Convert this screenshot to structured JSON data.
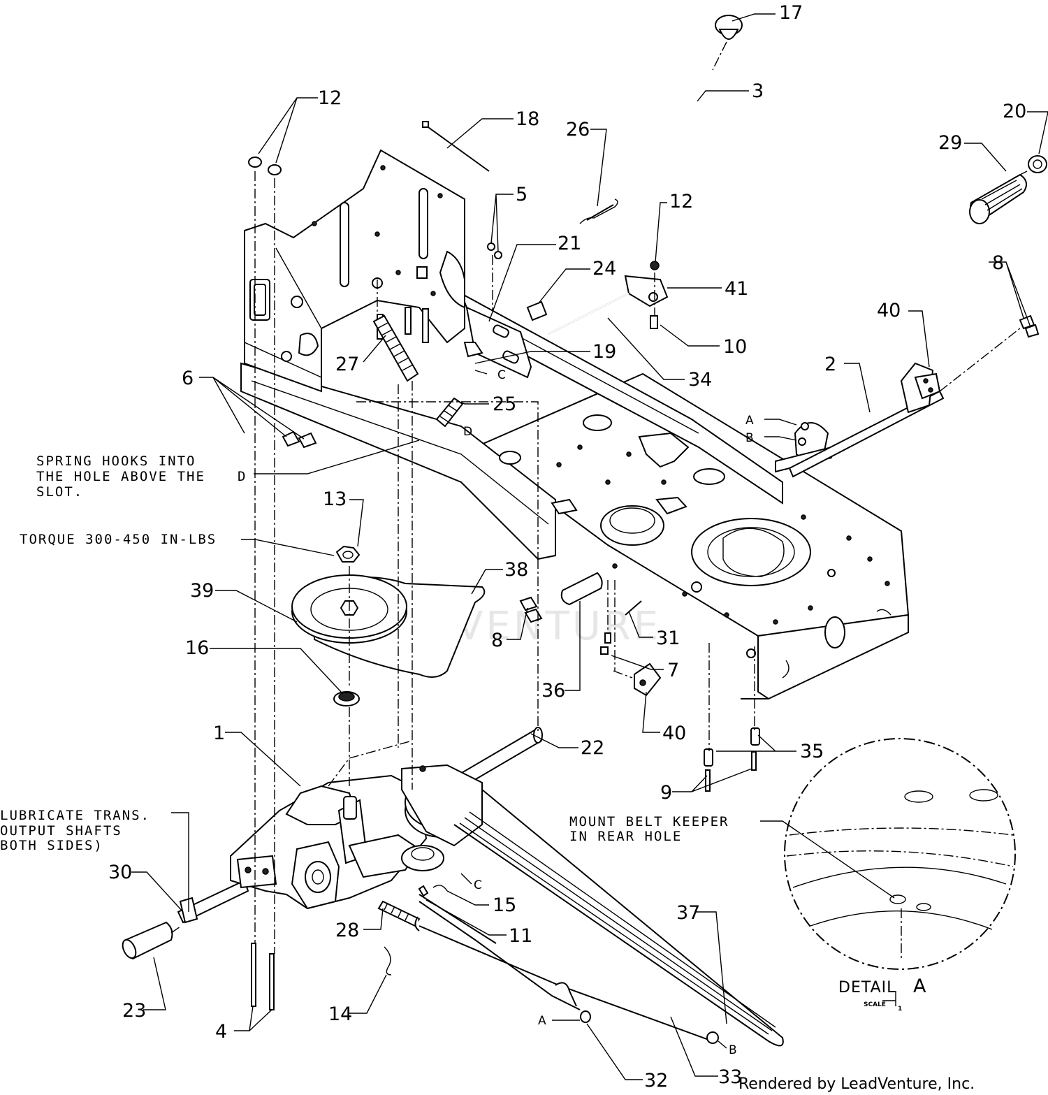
{
  "callouts": [
    {
      "id": "c17",
      "label": "17"
    },
    {
      "id": "c3",
      "label": "3"
    },
    {
      "id": "c12a",
      "label": "12"
    },
    {
      "id": "c18",
      "label": "18"
    },
    {
      "id": "c26",
      "label": "26"
    },
    {
      "id": "c20",
      "label": "20"
    },
    {
      "id": "c29",
      "label": "29"
    },
    {
      "id": "c5",
      "label": "5"
    },
    {
      "id": "c12b",
      "label": "12"
    },
    {
      "id": "c21",
      "label": "21"
    },
    {
      "id": "c24",
      "label": "24"
    },
    {
      "id": "c41",
      "label": "41"
    },
    {
      "id": "c8a",
      "label": "8"
    },
    {
      "id": "c40a",
      "label": "40"
    },
    {
      "id": "c10",
      "label": "10"
    },
    {
      "id": "c27",
      "label": "27"
    },
    {
      "id": "c19",
      "label": "19"
    },
    {
      "id": "c2",
      "label": "2"
    },
    {
      "id": "c34",
      "label": "34"
    },
    {
      "id": "c6",
      "label": "6"
    },
    {
      "id": "c25",
      "label": "25"
    },
    {
      "id": "c13",
      "label": "13"
    },
    {
      "id": "c38",
      "label": "38"
    },
    {
      "id": "c39",
      "label": "39"
    },
    {
      "id": "c31",
      "label": "31"
    },
    {
      "id": "c8b",
      "label": "8"
    },
    {
      "id": "c16",
      "label": "16"
    },
    {
      "id": "c7",
      "label": "7"
    },
    {
      "id": "c36",
      "label": "36"
    },
    {
      "id": "c40b",
      "label": "40"
    },
    {
      "id": "c1",
      "label": "1"
    },
    {
      "id": "c22",
      "label": "22"
    },
    {
      "id": "c35",
      "label": "35"
    },
    {
      "id": "c9",
      "label": "9"
    },
    {
      "id": "c30",
      "label": "30"
    },
    {
      "id": "c15",
      "label": "15"
    },
    {
      "id": "c11",
      "label": "11"
    },
    {
      "id": "c28",
      "label": "28"
    },
    {
      "id": "c37",
      "label": "37"
    },
    {
      "id": "c23",
      "label": "23"
    },
    {
      "id": "c14",
      "label": "14"
    },
    {
      "id": "c4",
      "label": "4"
    },
    {
      "id": "c32",
      "label": "32"
    },
    {
      "id": "c33",
      "label": "33"
    }
  ],
  "letters": {
    "c_top": "C",
    "d_spring": "D",
    "d_note": "D",
    "a_bracket": "A",
    "b_bracket": "B",
    "c_bottom": "C",
    "a_bottom": "A",
    "b_bottom": "B"
  },
  "notes": {
    "spring_line1": "SPRING HOOKS INTO",
    "spring_line2": "THE HOLE ABOVE THE",
    "spring_line3": "SLOT.",
    "torque": "TORQUE 300-450 IN-LBS",
    "lube_line1": "LUBRICATE TRANS.",
    "lube_line2": "OUTPUT SHAFTS",
    "lube_line3": "BOTH SIDES)",
    "keeper_line1": "MOUNT BELT KEEPER",
    "keeper_line2": "IN REAR HOLE"
  },
  "detail": {
    "label": "DETAIL",
    "letter": "A",
    "scale_label": "SCALE",
    "scale_value": "1"
  },
  "watermark": "LEADVENTURE",
  "credit": "Rendered by LeadVenture, Inc."
}
